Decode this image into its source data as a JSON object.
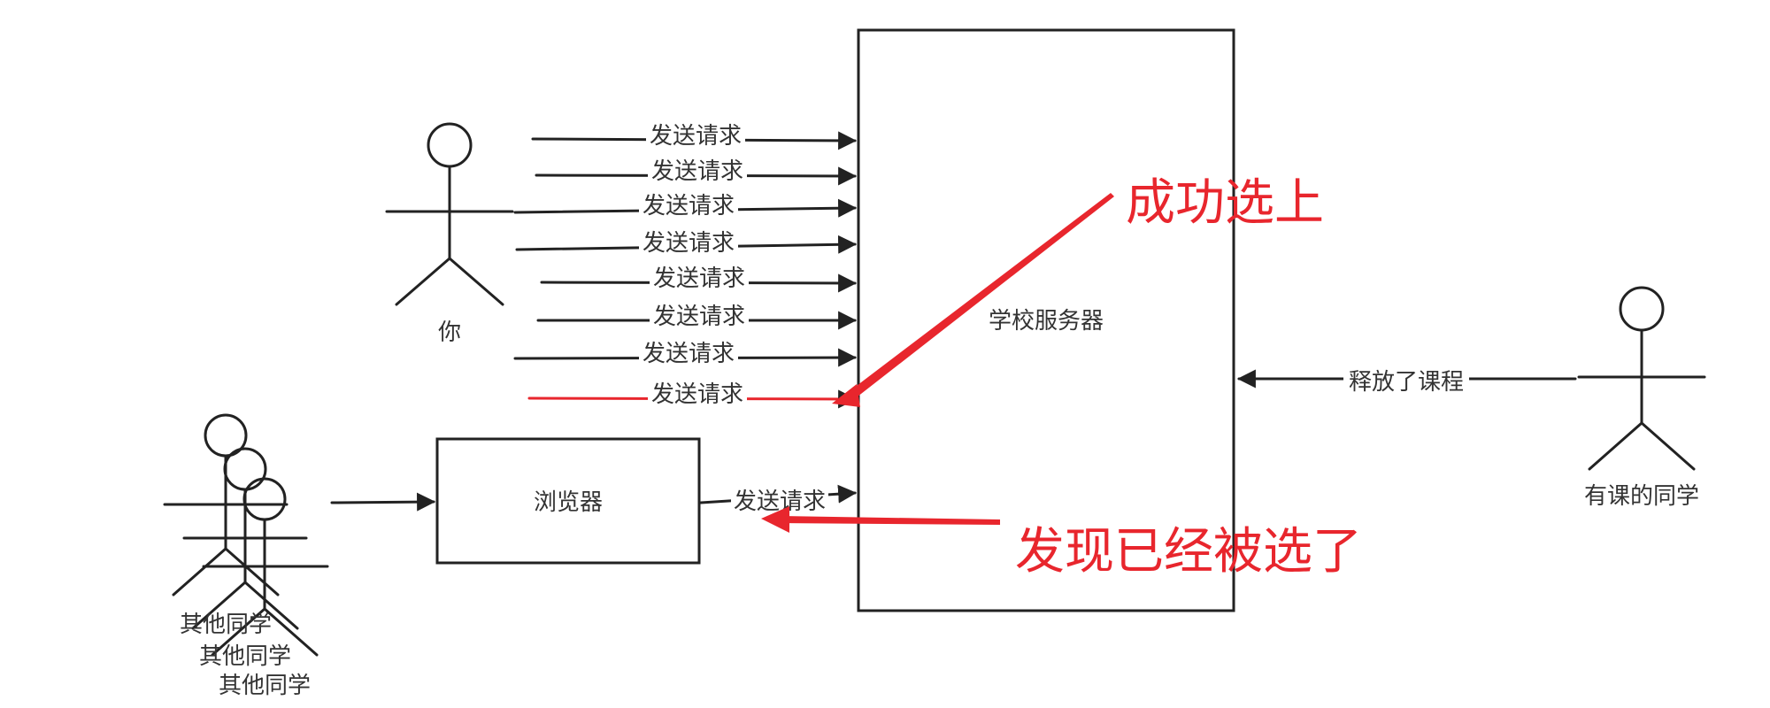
{
  "server": {
    "label": "学校服务器"
  },
  "browser": {
    "label": "浏览器"
  },
  "you": {
    "label": "你"
  },
  "owner": {
    "label": "有课的同学"
  },
  "others": {
    "labels": [
      "其他同学",
      "其他同学",
      "其他同学"
    ]
  },
  "requests": {
    "label": "发送请求",
    "items": [
      "发送请求",
      "发送请求",
      "发送请求",
      "发送请求",
      "发送请求",
      "发送请求",
      "发送请求",
      "发送请求"
    ]
  },
  "browser_request": {
    "label": "发送请求"
  },
  "release": {
    "label": "释放了课程"
  },
  "annotations": {
    "success": "成功选上",
    "taken": "发现已经被选了"
  },
  "colors": {
    "line": "#222222",
    "highlight": "#e8262d",
    "text": "#333333"
  }
}
